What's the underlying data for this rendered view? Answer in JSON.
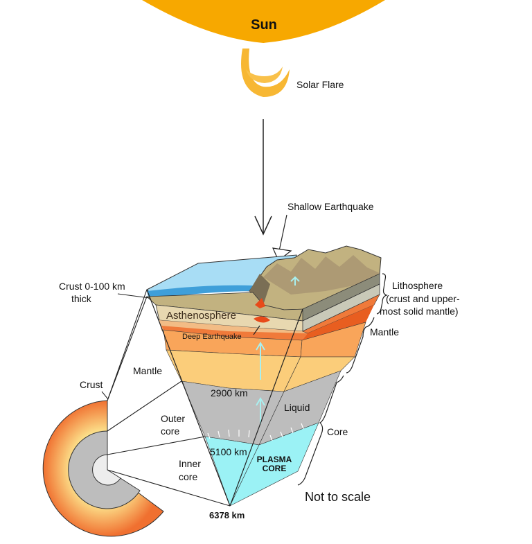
{
  "labels": {
    "sun": "Sun",
    "solar_flare": "Solar Flare",
    "shallow_earthquake": "Shallow Earthquake",
    "crust_thickness_line1": "Crust 0-100 km",
    "crust_thickness_line2": "thick",
    "lithosphere_line1": "Lithosphere",
    "lithosphere_line2": "(crust and upper-",
    "lithosphere_line3": "most solid mantle)",
    "asthenosphere": "Asthenosphere",
    "deep_earthquake": "Deep Earthquake",
    "mantle_left": "Mantle",
    "mantle_right": "Mantle",
    "crust": "Crust",
    "depth_2900": "2900 km",
    "liquid": "Liquid",
    "outer_core_line1": "Outer",
    "outer_core_line2": "core",
    "core": "Core",
    "depth_5100": "5100 km",
    "plasma_line1": "PLASMA",
    "plasma_line2": "CORE",
    "inner_core_line1": "Inner",
    "inner_core_line2": "core",
    "depth_6378": "6378 km",
    "not_to_scale": "Not to scale"
  },
  "colors": {
    "sun": "#F7A800",
    "flare": "#F7B733",
    "ocean": "#A8DDF5",
    "crust_top": "#C2B280",
    "asthenosphere": "#F07A3A",
    "upper_mantle": "#F9A55A",
    "mantle": "#FBCD7A",
    "outer_core": "#BDBDBD",
    "inner_core": "#9BF2F5",
    "arrow": "#A8F0F0"
  }
}
